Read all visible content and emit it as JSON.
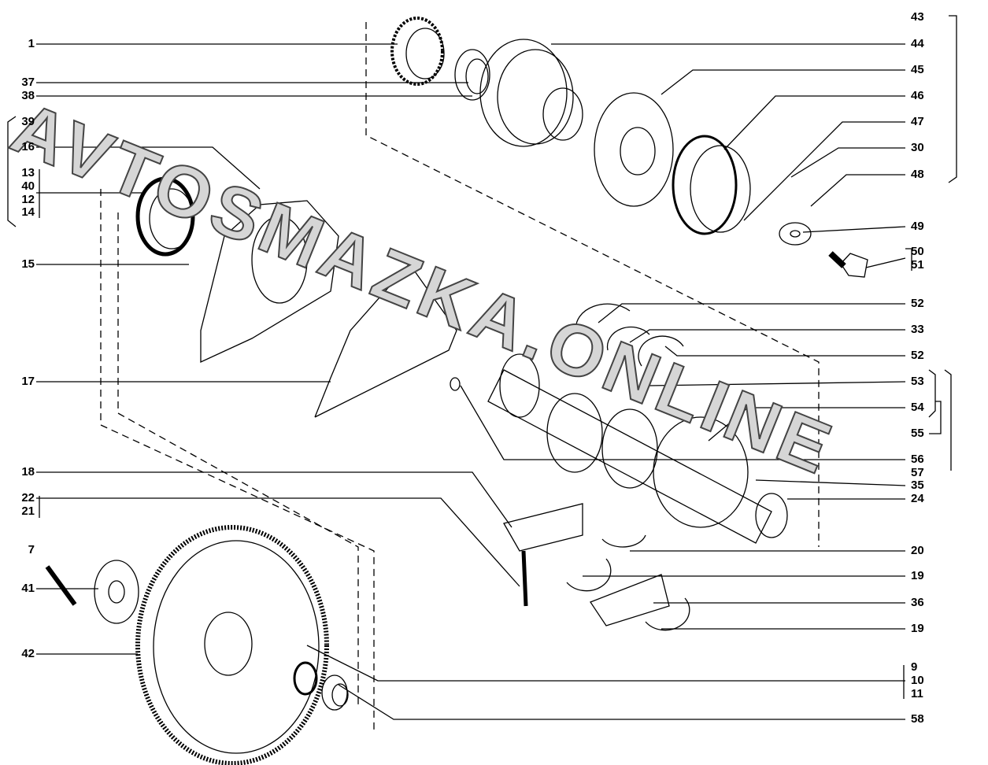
{
  "watermark": "AVTOSMAZKA.ONLINE",
  "left_labels": [
    "1",
    "37",
    "38",
    "39",
    "16",
    "13",
    "40",
    "12",
    "14",
    "15",
    "17",
    "18",
    "22",
    "21",
    "7",
    "41",
    "42"
  ],
  "right_labels": [
    "43",
    "44",
    "45",
    "46",
    "47",
    "30",
    "48",
    "49",
    "50",
    "51",
    "52",
    "33",
    "52",
    "53",
    "54",
    "55",
    "56",
    "57",
    "35",
    "24",
    "20",
    "19",
    "36",
    "19",
    "9",
    "10",
    "11",
    "58"
  ]
}
